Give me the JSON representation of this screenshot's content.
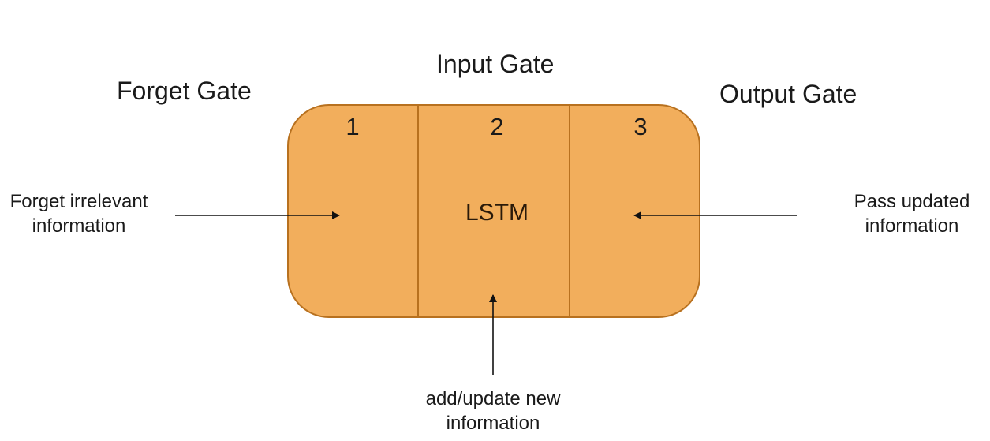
{
  "gates": {
    "forget_title": "Forget Gate",
    "input_title": "Input Gate",
    "output_title": "Output Gate"
  },
  "cell": {
    "label": "LSTM",
    "sections": [
      "1",
      "2",
      "3"
    ],
    "fill_color": "#F2AE5C",
    "border_color": "#B8711F"
  },
  "notes": {
    "forget": [
      "Forget irrelevant",
      "information"
    ],
    "input": [
      "add/update new",
      "information"
    ],
    "output": [
      "Pass updated",
      "information"
    ]
  }
}
